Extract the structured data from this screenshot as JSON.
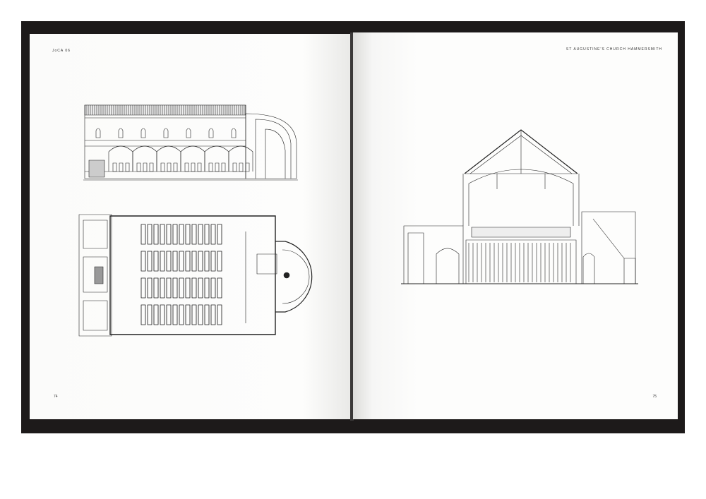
{
  "left_page": {
    "running_head": "JoCA 06",
    "page_number": "74"
  },
  "right_page": {
    "running_head": "ST AUGUSTINE'S CHURCH HAMMERSMITH",
    "page_number": "75"
  }
}
